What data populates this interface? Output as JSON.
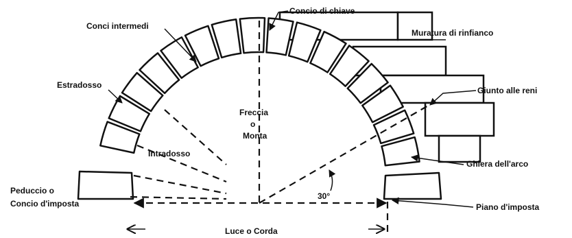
{
  "labels": {
    "concio_di_chiave": "Concio di chiave",
    "conci_intermedi": "Conci intermedi",
    "muratura_di_rinfianco": "Muratura di rinfianco",
    "estradosso": "Estradosso",
    "giunto_alle_reni": "Giunto alle reni",
    "freccia": "Freccia",
    "o": "o",
    "monta": "Monta",
    "intradosso": "Intradosso",
    "ghiera_dell_arco": "Ghiera dell'arco",
    "angle": "30°",
    "peduccio_1": "Peduccio o",
    "peduccio_2": "Concio d'imposta",
    "piano_d_imposta": "Piano d'imposta",
    "luce_o_corda": "Luce o Corda"
  }
}
